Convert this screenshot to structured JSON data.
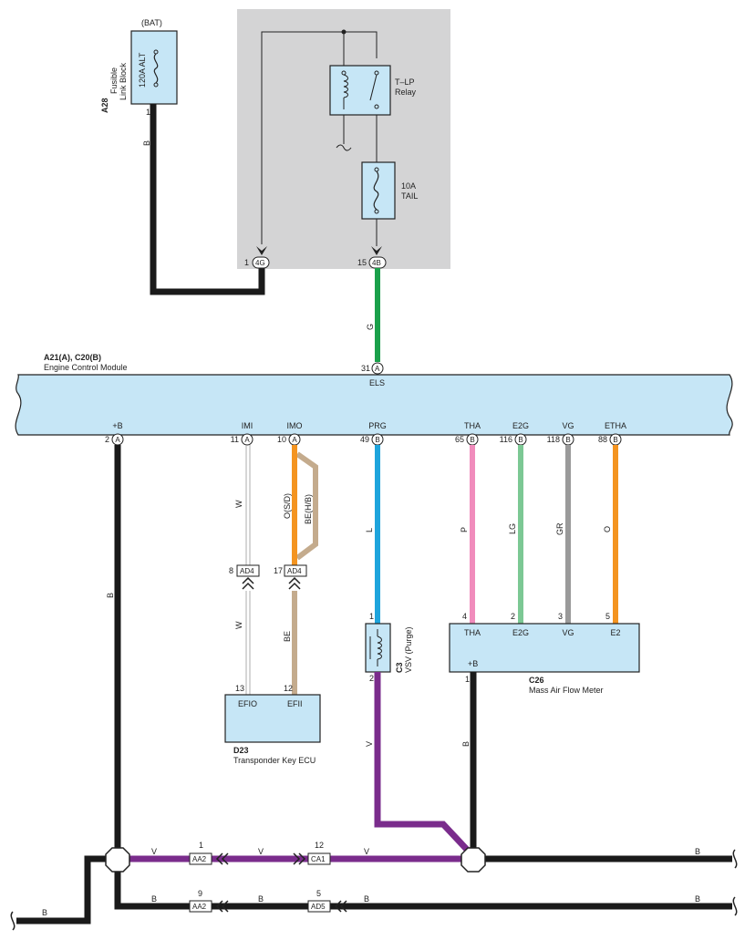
{
  "relay_box": {
    "bat_label": "(BAT)",
    "fuse_main_label": "120A ALT",
    "fuse_main_id": "A28",
    "fuse_main_name_1": "Fusible",
    "fuse_main_name_2": "Link Block",
    "fuse_main_pin": "1",
    "fuse_main_wire": "B",
    "relay_label_1": "T–LP",
    "relay_label_2": "Relay",
    "fuse_tail_label_1": "10A",
    "fuse_tail_label_2": "TAIL",
    "conn_left_pin": "1",
    "conn_left_id": "4G",
    "conn_right_pin": "15",
    "conn_right_id": "4B",
    "wire_g": "G"
  },
  "ecm": {
    "id": "A21(A), C20(B)",
    "name": "Engine Control Module",
    "top_pin": "31",
    "top_conn": "A",
    "top_terminal": "ELS",
    "terminals": [
      {
        "name": "+B",
        "pin": "2",
        "conn": "A"
      },
      {
        "name": "IMI",
        "pin": "11",
        "conn": "A"
      },
      {
        "name": "IMO",
        "pin": "10",
        "conn": "A"
      },
      {
        "name": "PRG",
        "pin": "49",
        "conn": "B"
      },
      {
        "name": "THA",
        "pin": "65",
        "conn": "B"
      },
      {
        "name": "E2G",
        "pin": "116",
        "conn": "B"
      },
      {
        "name": "VG",
        "pin": "118",
        "conn": "B"
      },
      {
        "name": "ETHA",
        "pin": "88",
        "conn": "B"
      }
    ]
  },
  "wires": {
    "b_main": "B",
    "imi_w1": "W",
    "imo_o": "O(S/D)",
    "imo_be_hb": "BE(H/B)",
    "prg_l": "L",
    "tha_p": "P",
    "e2g_lg": "LG",
    "vg_gr": "GR",
    "etha_o": "O",
    "imi_w2": "W",
    "imo_be": "BE",
    "vsv_v": "V",
    "maf_b": "B"
  },
  "connectors": {
    "ad4_left_pin": "8",
    "ad4_left": "AD4",
    "ad4_right_pin": "17",
    "ad4_right": "AD4"
  },
  "transponder": {
    "pin_left": "13",
    "pin_right": "12",
    "term_left": "EFIO",
    "term_right": "EFII",
    "id": "D23",
    "name": "Transponder Key ECU"
  },
  "vsv": {
    "pin_top": "1",
    "pin_bottom": "2",
    "id": "C3",
    "name": "VSV (Purge)"
  },
  "maf": {
    "pins": [
      "4",
      "2",
      "3",
      "5"
    ],
    "terms": [
      "THA",
      "E2G",
      "VG",
      "E2"
    ],
    "plus_b": "+B",
    "pin_b": "1",
    "id": "C26",
    "name": "Mass Air Flow Meter"
  },
  "bottom": {
    "v_left": "V",
    "aa2_top_pin": "1",
    "aa2_top": "AA2",
    "v_mid": "V",
    "ca1_pin": "12",
    "ca1": "CA1",
    "v_right": "V",
    "b_right_top": "B",
    "b_left": "B",
    "aa2_bot_pin": "9",
    "aa2_bot": "AA2",
    "b_mid": "B",
    "ad5_pin": "5",
    "ad5": "AD5",
    "b_mid2": "B",
    "b_right_bot": "B",
    "b_far_left": "B"
  },
  "colors": {
    "box_gray": "#d4d4d5",
    "module_blue": "#c6e6f6",
    "wire_black": "#1a1a1a",
    "wire_green": "#1aa04a",
    "wire_orange": "#f49420",
    "wire_beige": "#c4ab8d",
    "wire_blue": "#1ea4dc",
    "wire_pink": "#f08cbc",
    "wire_lightgreen": "#7cc894",
    "wire_gray": "#9a9a9a",
    "wire_violet": "#7a2c8c"
  }
}
